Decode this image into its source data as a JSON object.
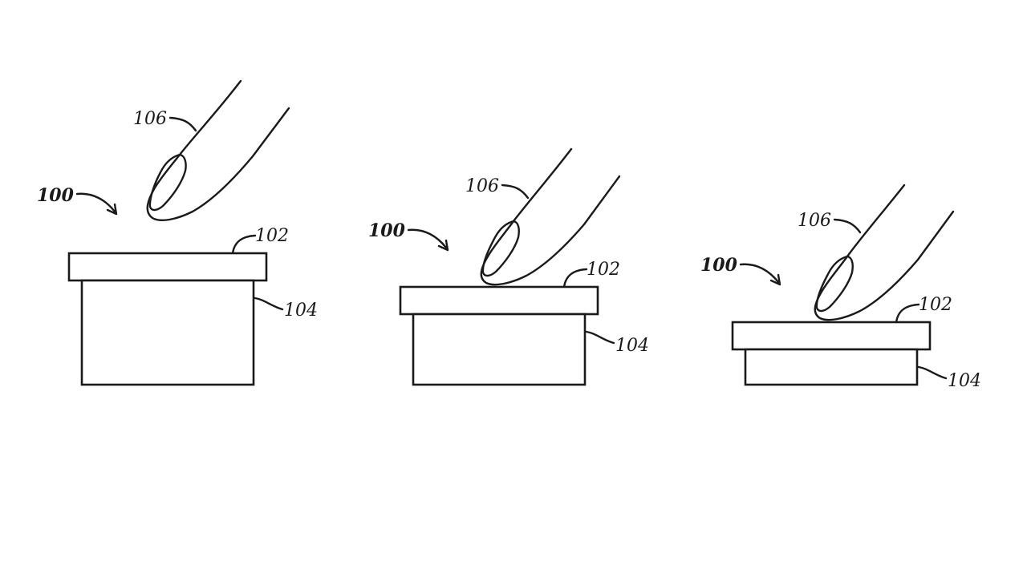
{
  "figure": {
    "panels": [
      {
        "assembly_label": "100",
        "cap_label": "102",
        "base_label": "104",
        "finger_label": "106"
      },
      {
        "assembly_label": "100",
        "cap_label": "102",
        "base_label": "104",
        "finger_label": "106"
      },
      {
        "assembly_label": "100",
        "cap_label": "102",
        "base_label": "104",
        "finger_label": "106"
      }
    ]
  }
}
